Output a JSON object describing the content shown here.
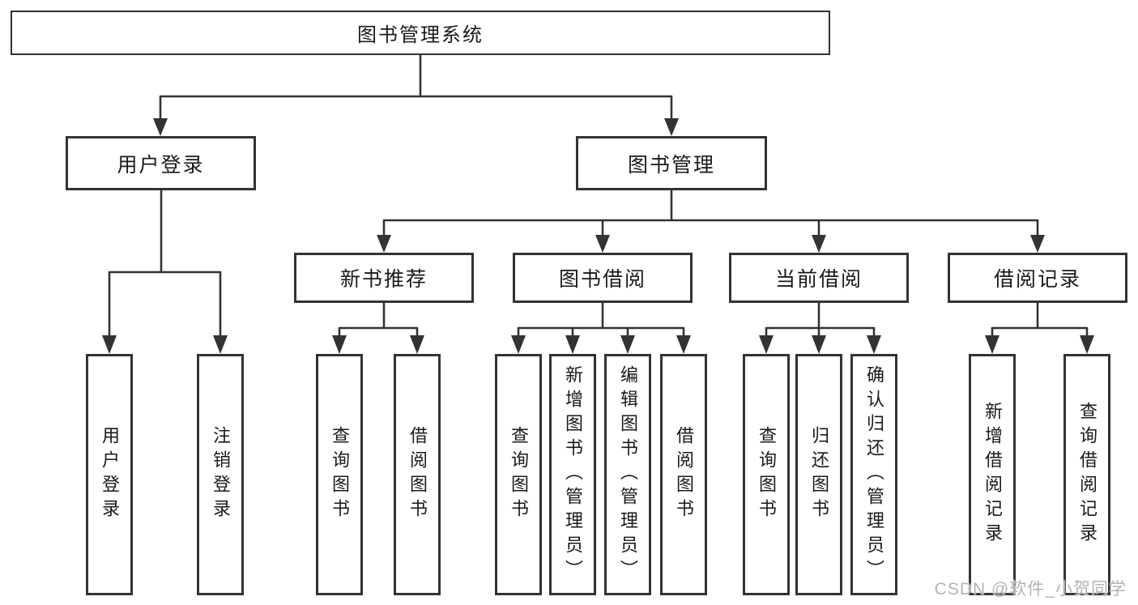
{
  "colors": {
    "background": "#ffffff",
    "line": "#333333",
    "box_border": "#333333",
    "text": "#1a1a1a",
    "watermark": "#b3b3b3"
  },
  "watermark": {
    "text": "CSDN @软件_小贺同学"
  },
  "tree": {
    "root": {
      "label": "图书管理系统"
    },
    "branches": [
      {
        "label": "用户登录",
        "children": [
          {
            "label": "用户登录"
          },
          {
            "label": "注销登录"
          }
        ]
      },
      {
        "label": "图书管理",
        "children": [
          {
            "label": "新书推荐",
            "children": [
              {
                "label": "查询图书"
              },
              {
                "label": "借阅图书"
              }
            ]
          },
          {
            "label": "图书借阅",
            "children": [
              {
                "label": "查询图书"
              },
              {
                "label": "新增图书（管理员）"
              },
              {
                "label": "编辑图书（管理员）"
              },
              {
                "label": "借阅图书"
              }
            ]
          },
          {
            "label": "当前借阅",
            "children": [
              {
                "label": "查询图书"
              },
              {
                "label": "归还图书"
              },
              {
                "label": "确认归还（管理员）"
              }
            ]
          },
          {
            "label": "借阅记录",
            "children": [
              {
                "label": "新增借阅记录"
              },
              {
                "label": "查询借阅记录"
              }
            ]
          }
        ]
      }
    ]
  }
}
